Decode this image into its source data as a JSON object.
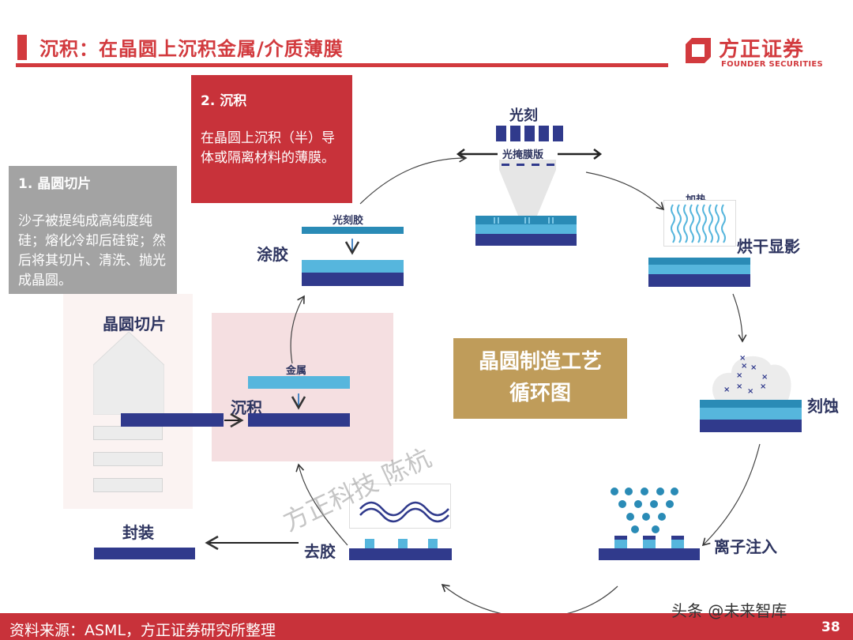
{
  "header": {
    "title": "沉积：在晶圆上沉积金属/介质薄膜",
    "logo_cn": "方正证券",
    "logo_en": "FOUNDER SECURITIES",
    "brand_color": "#d23a3e"
  },
  "callouts": {
    "step2": {
      "heading": "2. 沉积",
      "body": "在晶圆上沉积（半）导体或隔离材料的薄膜。"
    },
    "step1": {
      "heading": "1. 晶圆切片",
      "body": "沙子被提纯成高纯度纯硅；熔化冷却后硅锭；然后将其切片、清洗、抛光成晶圆。"
    }
  },
  "center_label": {
    "line1": "晶圆制造工艺",
    "line2": "循环图"
  },
  "steps": {
    "slicing": "晶圆切片",
    "deposition": "沉积",
    "metal": "金属",
    "coating": "涂胶",
    "photoresist": "光刻胶",
    "lithography": "光刻",
    "photomask": "光掩膜版",
    "heating": "加热",
    "bake_develop": "烘干显影",
    "etching": "刻蚀",
    "ion_implant": "离子注入",
    "strip": "去胶",
    "packaging": "封装"
  },
  "footer": {
    "source": "资料来源：ASML，方正证券研究所整理",
    "page": "38"
  },
  "watermarks": {
    "toutiao": "头条 @未来智库",
    "diagonal": "方正科技 陈杭"
  }
}
